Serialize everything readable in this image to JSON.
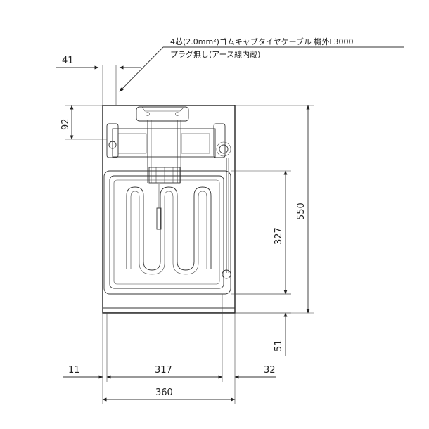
{
  "note": {
    "line1": "4芯(2.0mm²)ゴムキャブタイヤケーブル 機外L3000",
    "line2": "プラグ無し(アース線内蔵)"
  },
  "dimensions": {
    "top_offset": "41",
    "head_height": "92",
    "total_height": "550",
    "basin_height": "327",
    "bottom_height": "51",
    "left_margin": "11",
    "basin_width": "317",
    "right_margin": "32",
    "total_width": "360"
  }
}
